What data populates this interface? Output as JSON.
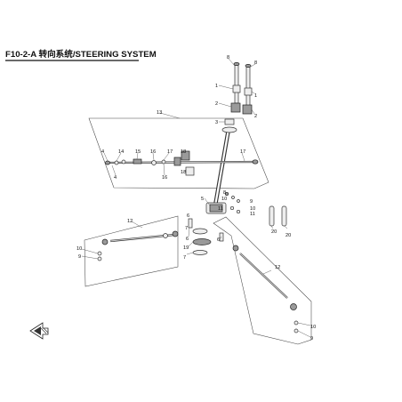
{
  "title": "F10-2-A 转向系统/STEERING SYSTEM",
  "callouts": {
    "c8a": "8",
    "c8b": "8",
    "c1a": "1",
    "c1b": "1",
    "c2a": "2",
    "c2b": "2",
    "c3": "3",
    "c13": "13",
    "c4a": "4",
    "c4b": "4",
    "c14": "14",
    "c15": "15",
    "c16a": "16",
    "c16b": "16",
    "c17a": "17",
    "c17b": "17",
    "c18a": "18",
    "c18b": "18",
    "c5": "5",
    "c8c": "8",
    "c10a": "10",
    "c9a": "9",
    "c10b": "10",
    "c11a": "11",
    "c11b": "11",
    "c12a": "12",
    "c6a": "6",
    "c6b": "6",
    "c6c": "6",
    "c7a": "7",
    "c7b": "7",
    "c19": "19",
    "c10c": "10",
    "c9b": "9",
    "c20a": "20",
    "c20b": "20",
    "c12b": "12",
    "c10d": "10",
    "c9c": "9"
  }
}
